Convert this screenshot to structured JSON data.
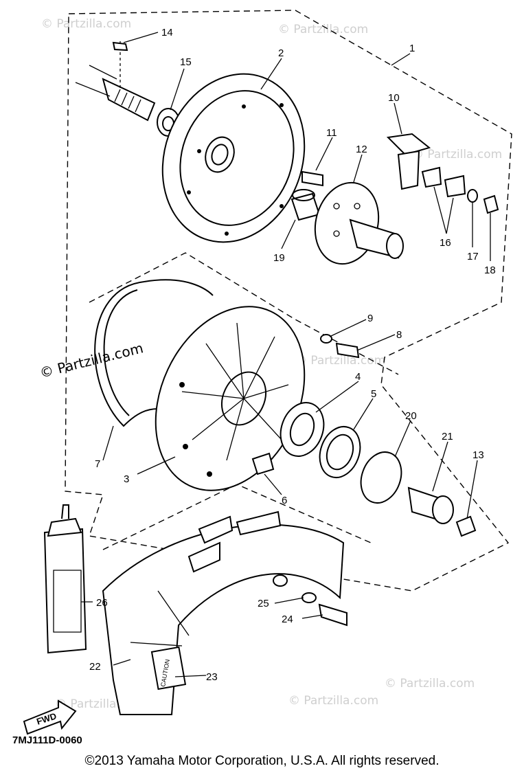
{
  "watermarks": {
    "wm1": "© Partzilla.com",
    "wm2": "© Partzilla.com",
    "wm3": "© Partzilla.com",
    "wm4": "© Partzilla.com",
    "wm5": "© Partzilla.com",
    "wm6": "© Partzilla.com",
    "wm7": "© Partzilla.com",
    "wm8": "© Partzilla.com"
  },
  "callouts": {
    "c1": "1",
    "c2": "2",
    "c3": "3",
    "c4": "4",
    "c5": "5",
    "c6": "6",
    "c7": "7",
    "c8": "8",
    "c9": "9",
    "c10": "10",
    "c11": "11",
    "c12": "12",
    "c13": "13",
    "c14": "14",
    "c15": "15",
    "c16": "16",
    "c17": "17",
    "c18": "18",
    "c19": "19",
    "c20": "20",
    "c21": "21",
    "c22": "22",
    "c23": "23",
    "c24": "24",
    "c25": "25",
    "c26": "26"
  },
  "labels": {
    "fwd": "FWD",
    "caution": "CAUTION",
    "diagram_code": "7MJ111D-0060"
  },
  "footer": {
    "copyright": "©2013  Yamaha Motor Corporation, U.S.A. All rights reserved."
  }
}
